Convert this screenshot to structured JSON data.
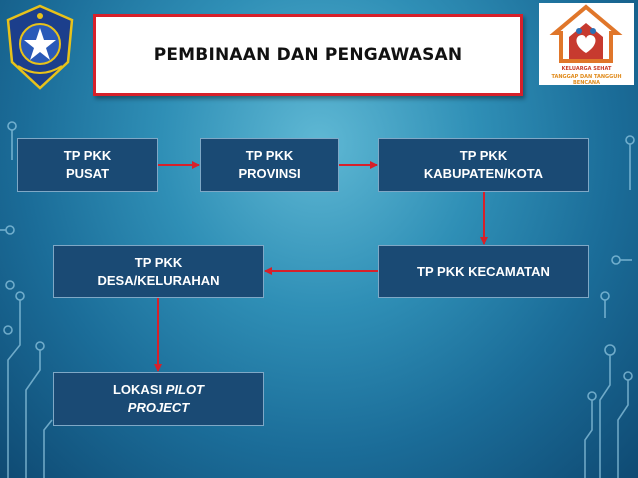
{
  "title": "PEMBINAAN DAN PENGAWASAN",
  "logo_right": {
    "line1": "KELUARGA SEHAT",
    "line2": "TANGGAP DAN TANGGUH BENCANA"
  },
  "nodes": {
    "pusat": {
      "line1": "TP PKK",
      "line2": "PUSAT"
    },
    "provinsi": {
      "line1": "TP PKK",
      "line2": "PROVINSI"
    },
    "kabupaten": {
      "line1": "TP PKK",
      "line2": "KABUPATEN/KOTA"
    },
    "kecamatan": {
      "line1": "TP PKK KECAMATAN"
    },
    "desa": {
      "line1": "TP PKK",
      "line2": "DESA/KELURAHAN"
    },
    "lokasi": {
      "line1a": "LOKASI ",
      "line1b": "PILOT",
      "line2": "PROJECT"
    }
  },
  "colors": {
    "node_fill": "#1a4a74",
    "arrow": "#d7202a",
    "title_border": "#d7202a"
  }
}
